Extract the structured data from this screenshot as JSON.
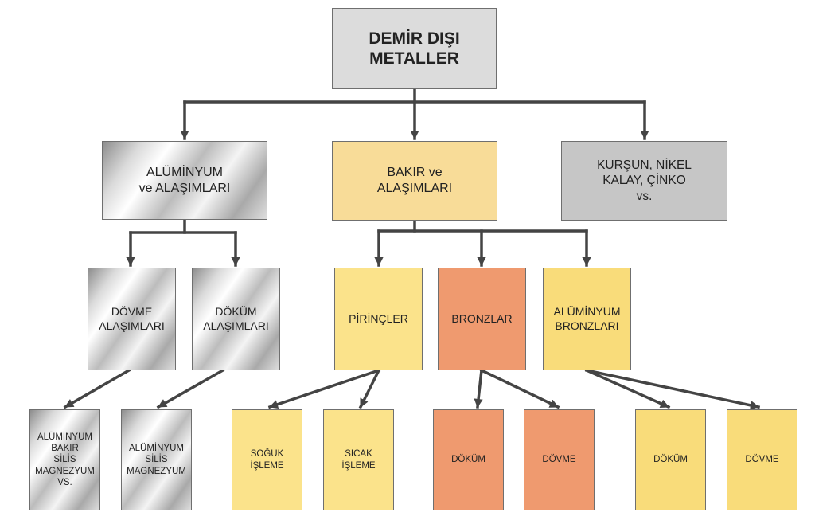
{
  "root": "DEMİR DIŞI\nMETALLER",
  "aluminyum": {
    "label": "ALÜMİNYUM\nve ALAŞIMLARI",
    "dovme": "DÖVME\nALAŞIMLARI",
    "dokum": "DÖKÜM\nALAŞIMLARI",
    "dovme_leaf": "ALÜMİNYUM\nBAKIR\nSİLİS\nMAGNEZYUM\nVS.",
    "dokum_leaf": "ALÜMİNYUM\nSİLİS\nMAGNEZYUM"
  },
  "bakir": {
    "label": "BAKIR ve\nALAŞIMLARI",
    "pirincler": "PİRİNÇLER",
    "bronzlar": "BRONZLAR",
    "al_bronzlari": "ALÜMİNYUM\nBRONZLARI",
    "soguk": "SOĞUK\nİŞLEME",
    "sicak": "SICAK\nİŞLEME",
    "bronz_dokum": "DÖKÜM",
    "bronz_dovme": "DÖVME",
    "al_dokum": "DÖKÜM",
    "al_dovme": "DÖVME"
  },
  "diger": {
    "label": "KURŞUN, NİKEL\nKALAY, ÇİNKO\nvs."
  },
  "colors": {
    "root": "#dcdcdc",
    "gray": "#c6c6c6",
    "bakir": "#f8dc98",
    "yellow": "#fbe38b",
    "orange": "#ef9a6f",
    "arrow": "#444444"
  }
}
